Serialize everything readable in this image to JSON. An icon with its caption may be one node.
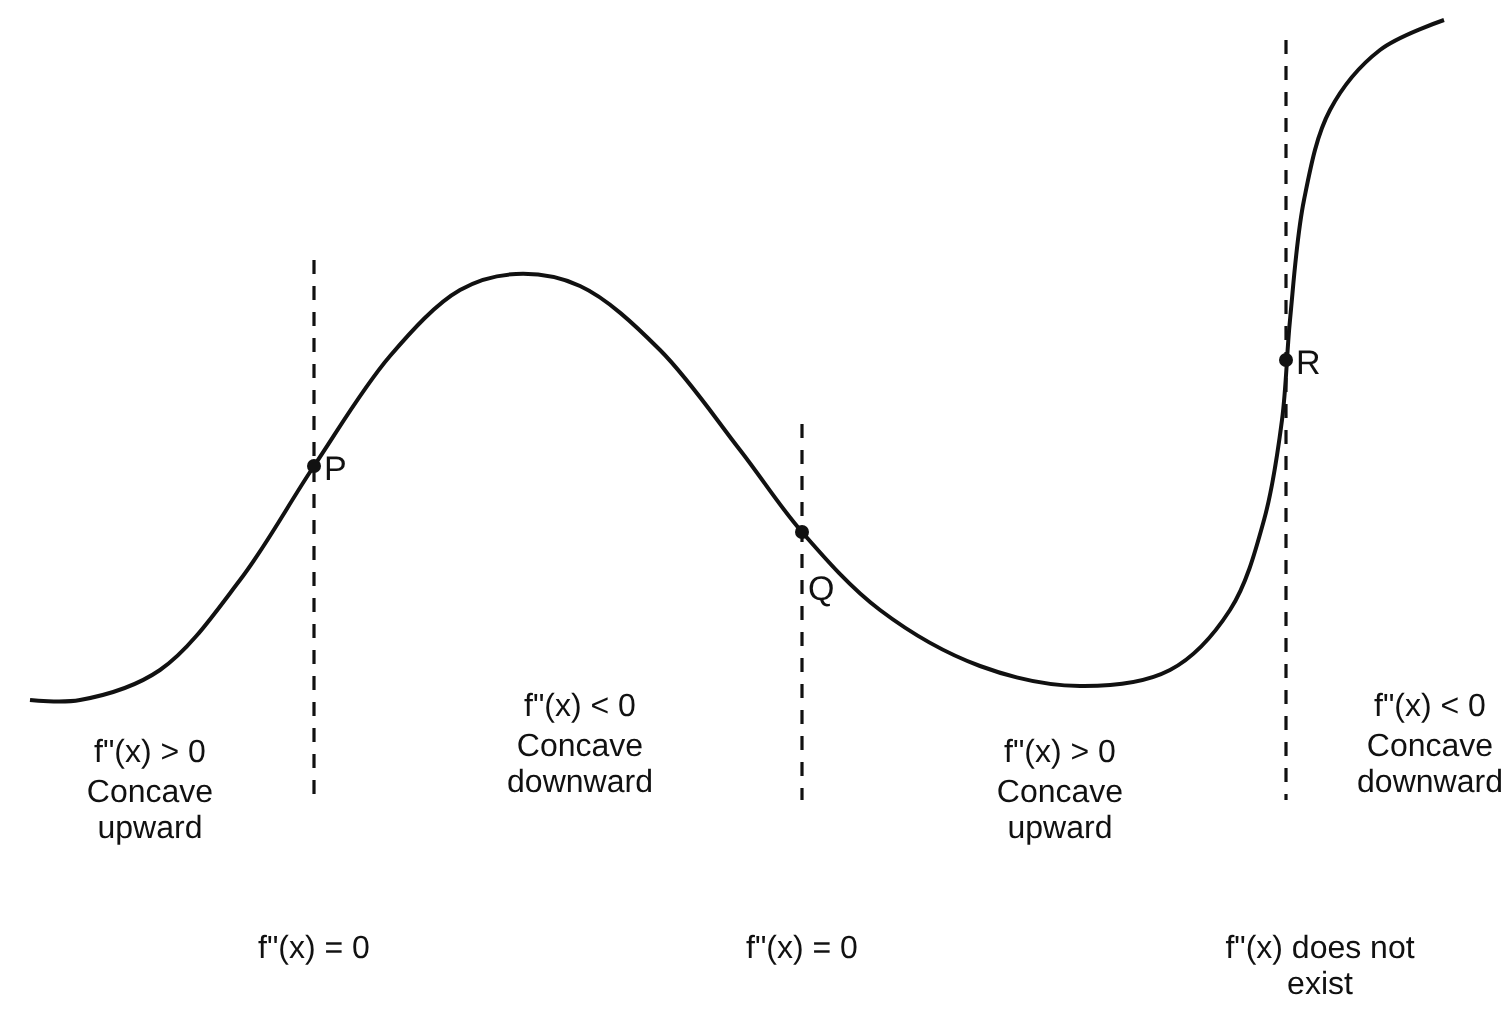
{
  "diagram": {
    "labels": [
      "R",
      "P",
      "Q",
      "f\"(x) < 0",
      "Concave downward",
      "f\"(x) < 0",
      "Concave downward",
      "f\"(x) > 0",
      "Concave upward",
      "f\"(x) > 0",
      "Concave upward",
      "f\"(x) = 0",
      "f\"(x) = 0",
      "f\"(x) does not exist"
    ]
  }
}
